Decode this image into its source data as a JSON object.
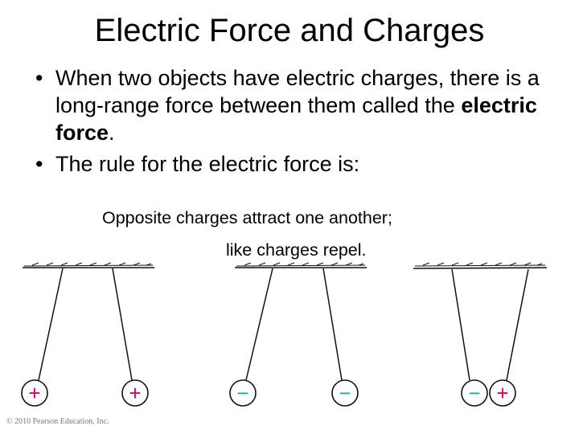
{
  "slide": {
    "title": "Electric Force and Charges",
    "bullet1": {
      "text_before": "When two objects have electric charges, there is a long-range force between them called the ",
      "bold": "electric force",
      "text_after": "."
    },
    "bullet2": "The rule for the electric force is:",
    "rule_line1": "Opposite charges attract one another;",
    "rule_line2": "like charges repel.",
    "copyright": "© 2010 Pearson Education, Inc."
  },
  "diagram": {
    "pairs": [
      {
        "left_sign": "+",
        "right_sign": "+",
        "left_color": "#d6006e",
        "right_color": "#d6006e"
      },
      {
        "left_sign": "−",
        "right_sign": "−",
        "left_color": "#1aa6b8",
        "right_color": "#1aa6b8"
      },
      {
        "left_sign": "−",
        "right_sign": "+",
        "left_color": "#1aa6b8",
        "right_color": "#d6006e"
      }
    ]
  }
}
